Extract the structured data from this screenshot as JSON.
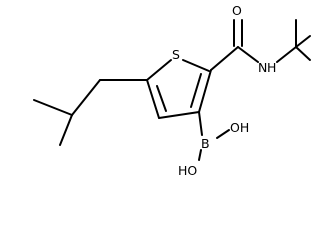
{
  "molecule": {
    "atoms": {
      "S": "S",
      "O": "O",
      "N": "N",
      "H": "H",
      "B": "B",
      "OH_1": "OH",
      "OH_2": "HO"
    }
  }
}
